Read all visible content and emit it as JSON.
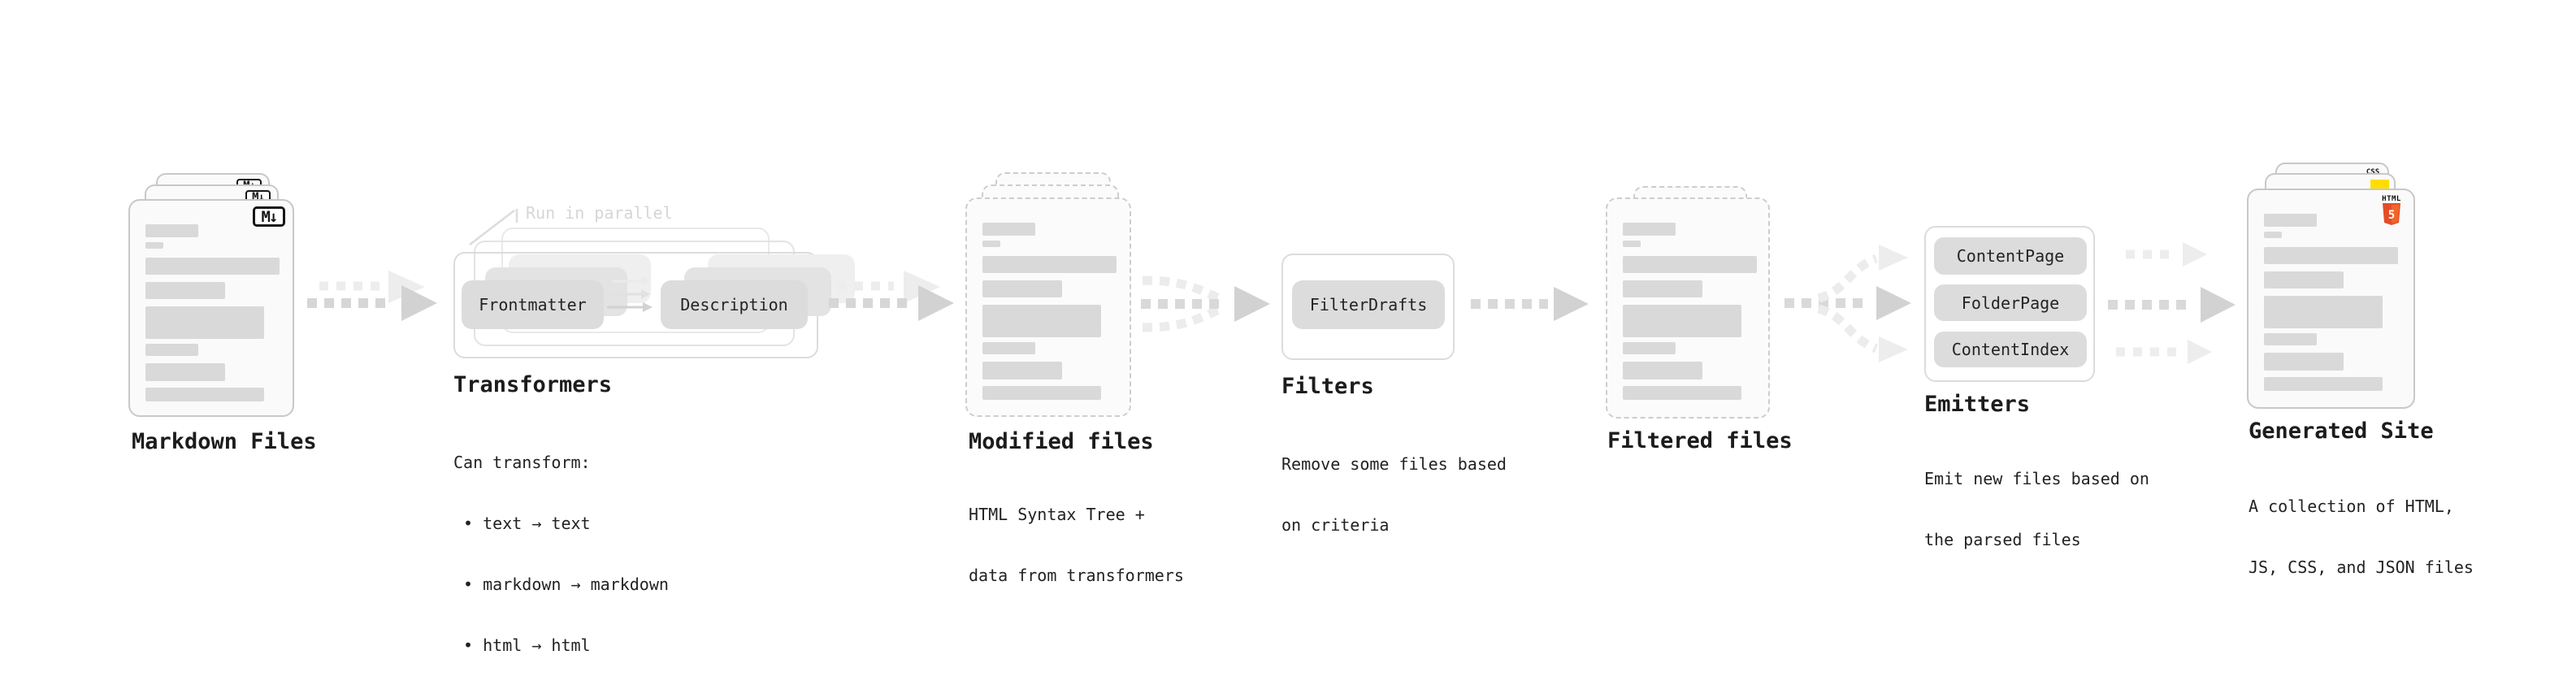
{
  "markdown": {
    "title": "Markdown Files",
    "badge": "M↓"
  },
  "transformers": {
    "title": "Transformers",
    "annotation": "Run in parallel",
    "input_chip": "Frontmatter",
    "output_chip": "Description",
    "desc": [
      "Can transform:",
      " • text → text",
      " • markdown → markdown",
      " • html → html"
    ]
  },
  "modified": {
    "title": "Modified files",
    "desc": [
      "HTML Syntax Tree +",
      "data from transformers"
    ]
  },
  "filters": {
    "title": "Filters",
    "chip": "FilterDrafts",
    "desc": [
      "Remove some files based",
      "on criteria"
    ]
  },
  "filtered": {
    "title": "Filtered files"
  },
  "emitters": {
    "title": "Emitters",
    "chips": [
      "ContentPage",
      "FolderPage",
      "ContentIndex"
    ],
    "desc": [
      "Emit new files based on",
      "the parsed files"
    ]
  },
  "generated": {
    "title": "Generated Site",
    "css_badge": "CSS",
    "html_badge": "HTML",
    "html_number": "5",
    "desc": [
      "A collection of HTML,",
      "JS, CSS, and JSON files"
    ]
  },
  "colors": {
    "html5_orange": "#e44d26",
    "html5_orange_light": "#f16529",
    "js_yellow": "#ffdd00",
    "css_blue": "#2965f1",
    "text": "#1f1f1f",
    "muted_annotation": "#d6d6d6"
  }
}
